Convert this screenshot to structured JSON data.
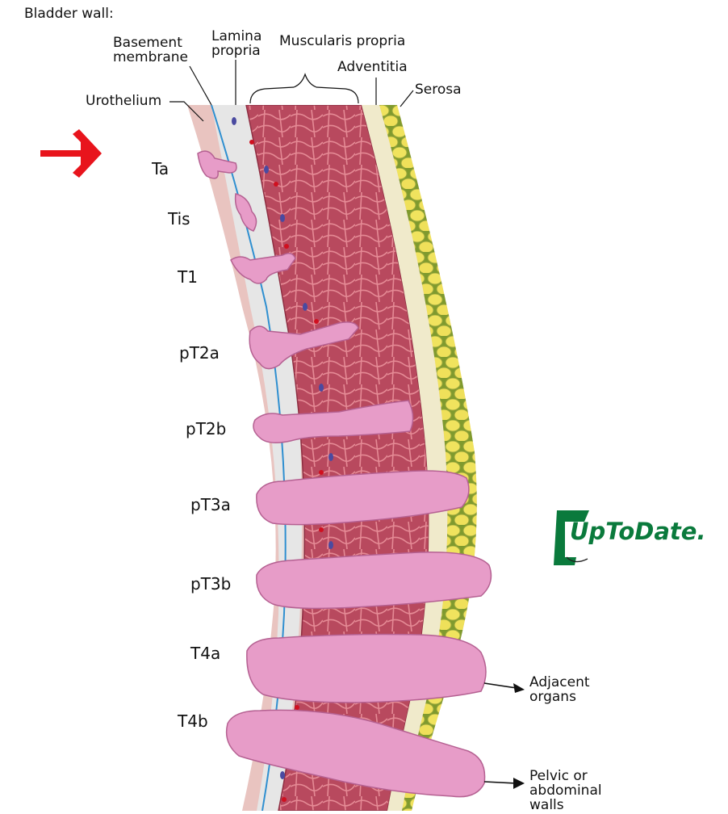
{
  "title": "Bladder wall:",
  "layers": {
    "basement_membrane": [
      "Basement",
      "membrane"
    ],
    "lamina_propria": [
      "Lamina",
      "propria"
    ],
    "muscularis_propria": "Muscularis propria",
    "adventitia": "Adventitia",
    "serosa": "Serosa",
    "urothelium": "Urothelium"
  },
  "stages": [
    "Ta",
    "Tis",
    "T1",
    "pT2a",
    "pT2b",
    "pT3a",
    "pT3b",
    "T4a",
    "T4b"
  ],
  "callouts": {
    "adjacent": [
      "Adjacent",
      "organs"
    ],
    "pelvic": [
      "Pelvic or",
      "abdominal",
      "walls"
    ]
  },
  "logo": {
    "text": "UpToDate",
    "dot": ".",
    "color": "#0a7a3c"
  },
  "highlight": {
    "arrow_color": "#e8141c",
    "target_stage": "Ta"
  },
  "colors": {
    "urothelium": "#e9c4c0",
    "lamina_propria": "#e6e6e6",
    "basement_membrane": "#2f8fd0",
    "muscularis": "#b8495e",
    "adventitia": "#f0eacb",
    "serosa_fat": "#efe25c",
    "tumor": "#e79cc8"
  }
}
